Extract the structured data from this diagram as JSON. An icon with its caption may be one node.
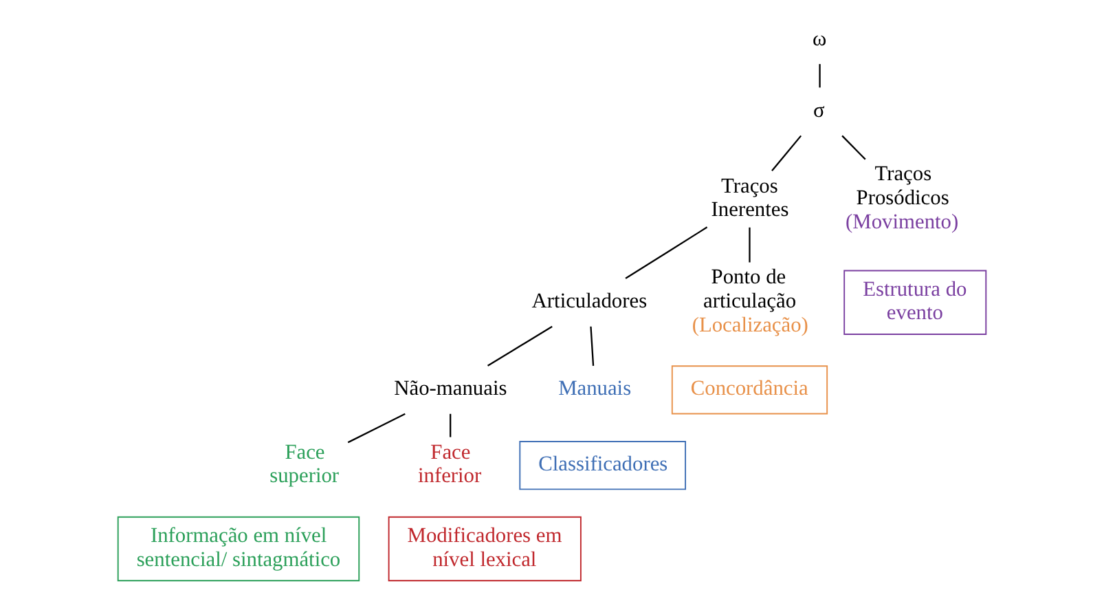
{
  "diagram": {
    "nodes": [
      {
        "text": [
          "ω"
        ]
      },
      {
        "text": [
          "σ"
        ]
      },
      {
        "text": [
          "Traços Inerentes"
        ]
      },
      {
        "text": [
          "Traços Prosódicos",
          "(Movimento)"
        ]
      },
      {
        "text": [
          "Articuladores"
        ]
      },
      {
        "text": [
          "Ponto de articulação",
          "(Localização)"
        ]
      },
      {
        "text": [
          "Não-manuais"
        ]
      },
      {
        "text": [
          "Manuais"
        ]
      },
      {
        "text": [
          "Face superior"
        ]
      },
      {
        "text": [
          "Face inferior"
        ]
      },
      {
        "text": [
          "Estrutura do evento"
        ]
      },
      {
        "text": [
          "Classificadores"
        ]
      },
      {
        "text": [
          "Concordância"
        ]
      },
      {
        "text": [
          "Informação em nível sentencial/ sintagmático"
        ]
      },
      {
        "text": [
          "Modificadores em nível lexical"
        ]
      }
    ],
    "edges": [
      {
        "from": 0,
        "to": 1,
        "arrow": "none"
      },
      {
        "from": 1,
        "to": 2,
        "arrow": "none"
      },
      {
        "from": 1,
        "to": 3,
        "arrow": "none"
      },
      {
        "from": 2,
        "to": 4,
        "arrow": "none"
      },
      {
        "from": 2,
        "to": 5,
        "arrow": "none"
      },
      {
        "from": 4,
        "to": 6,
        "arrow": "none"
      },
      {
        "from": 4,
        "to": 7,
        "arrow": "none"
      },
      {
        "from": 6,
        "to": 8,
        "arrow": "none"
      },
      {
        "from": 6,
        "to": 9,
        "arrow": "none"
      }
    ]
  }
}
